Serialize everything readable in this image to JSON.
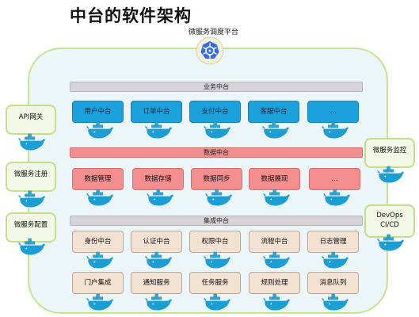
{
  "title": "中台的软件架构",
  "subtitle": "微服务调度平台",
  "icons": {
    "scheduler": "kubernetes-helm-icon",
    "container": "docker-whale-icon"
  },
  "colors": {
    "frame_bg": "#ecf6f9",
    "frame_border": "#c4e68f",
    "business_box": "#1ba2dc",
    "data_box": "#f58f8f",
    "integration_box": "#f3e1d2",
    "gray_bar": "#d6d4d8",
    "red_bar": "#f08f8f",
    "side_box_border": "#c2e08a"
  },
  "business": {
    "label": "业务中台",
    "items": [
      "用户中台",
      "订单中台",
      "支付中台",
      "客服中台",
      "..."
    ]
  },
  "data": {
    "label": "数据中台",
    "items": [
      "数据管理",
      "数据存储",
      "数据同步",
      "数据展现",
      "..."
    ]
  },
  "integration": {
    "label": "集成中台",
    "row1": [
      "身份中台",
      "认证中台",
      "权限中台",
      "流程中台",
      "日志管理"
    ],
    "row2": [
      "门户集成",
      "通知服务",
      "任务服务",
      "规则处理",
      "消息队列"
    ]
  },
  "left_side": [
    "API网关",
    "微服务注册",
    "微服务配置"
  ],
  "right_side": [
    "微服务监控",
    "DevOps\nCI/CD"
  ]
}
